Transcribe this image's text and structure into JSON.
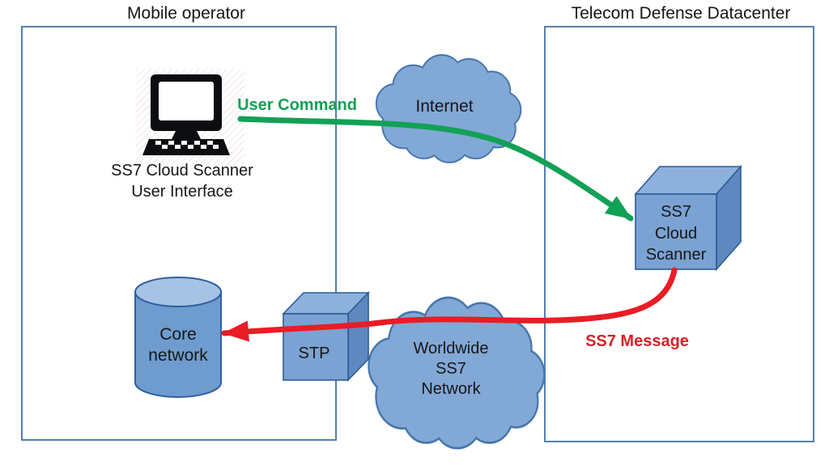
{
  "colors": {
    "green_accent": "#12a156",
    "red_accent": "#ea1c24",
    "red_label": "#d32228",
    "cloud_fill": "#82a8d6",
    "cloud_stroke": "#4676ae",
    "cube_front": "#7aa2d3",
    "cube_top": "#8db0dc",
    "cube_side": "#5e88bf",
    "cube_stroke": "#2d5c95",
    "cylinder_body": "#6f9cce",
    "cylinder_top": "#a6c3e5",
    "cylinder_stroke": "#3060a0",
    "region_border": "#5580b0",
    "text_color": "#161616"
  },
  "regions": {
    "mobile_operator": {
      "title": "Mobile operator"
    },
    "datacenter": {
      "title": "Telecom Defense Datacenter"
    }
  },
  "nodes": {
    "user_interface": {
      "icon": "desktop-computer-icon",
      "lines": [
        "SS7 Cloud Scanner",
        "User Interface"
      ]
    },
    "internet": {
      "icon": "cloud-icon",
      "label": "Internet"
    },
    "ss7_cloud_scanner": {
      "icon": "cube-icon",
      "lines": [
        "SS7",
        "Cloud",
        "Scanner"
      ]
    },
    "worldwide_ss7_network": {
      "icon": "cloud-icon",
      "lines": [
        "Worldwide",
        "SS7",
        "Network"
      ]
    },
    "stp": {
      "icon": "cube-icon",
      "label": "STP"
    },
    "core_network": {
      "icon": "database-cylinder-icon",
      "lines": [
        "Core",
        "network"
      ]
    }
  },
  "flows": {
    "user_command": {
      "label": "User Command",
      "color": "#12a156",
      "from": "SS7 Cloud Scanner User Interface",
      "to": "SS7 Cloud Scanner"
    },
    "ss7_message": {
      "label": "SS7 Message",
      "color": "#ea1c24",
      "from": "SS7 Cloud Scanner",
      "to": "Core network"
    }
  }
}
